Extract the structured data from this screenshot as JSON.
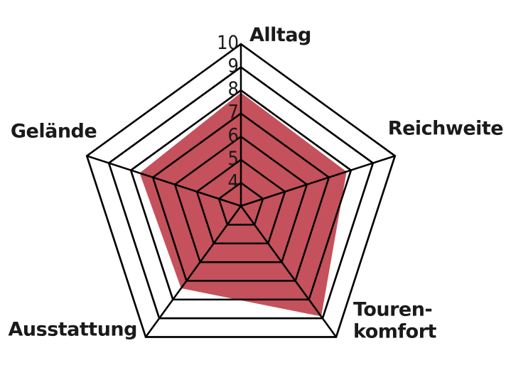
{
  "chart_data": {
    "type": "radar",
    "title": "",
    "categories": [
      "Alltag",
      "Reichweite",
      "Touren-komfort",
      "Ausstattung",
      "Gelände"
    ],
    "category_label_lines": [
      [
        "Alltag"
      ],
      [
        "Reichweite"
      ],
      [
        "Touren-",
        "komfort"
      ],
      [
        "Ausstattung"
      ],
      [
        "Gelände"
      ]
    ],
    "range": [
      3,
      10
    ],
    "ticks": [
      4,
      5,
      6,
      7,
      8,
      9,
      10
    ],
    "grid": true,
    "series": [
      {
        "values": [
          7.9,
          7.8,
          8.9,
          7.4,
          7.6
        ],
        "color": "#c0444f"
      }
    ]
  }
}
